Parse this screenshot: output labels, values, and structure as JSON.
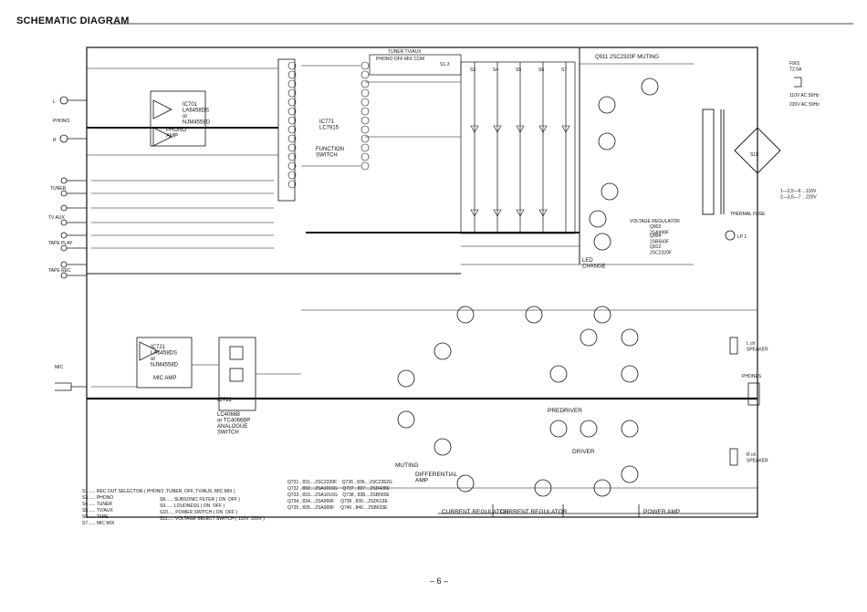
{
  "title": "SCHEMATIC DIAGRAM",
  "page_number": "– 6 –",
  "ics": {
    "ic701": "IC701\nLA6458DS\nor\nNJM4558D",
    "phono_amp": "PHONO\nAMP",
    "ic771": "IC771\nLC7815",
    "function_switch": "FUNCTION\nSWITCH",
    "ic721": "IC721\nLA6458DS\nor\nNJM4558D",
    "mic_amp": "MIC AMP",
    "ic722": "IC722",
    "analogue_switch": "LC4066B\nor TC4066BP\nANALOGUE\nSWITCH"
  },
  "left_inputs": {
    "phono": "PHONO",
    "tuner": "TUNER",
    "tv_aux": "TV AUX",
    "tape_play": "TAPE PLAY",
    "tape_rec": "TAPE REC",
    "mic": "MIC",
    "l": "L",
    "r": "R"
  },
  "top_switch": {
    "label": "TUNER TV/AUX",
    "sub": "PHONO  OFF  MIX  COM",
    "name": "S1-3"
  },
  "switches": [
    "S3",
    "S4",
    "S5",
    "S6",
    "S7"
  ],
  "power": {
    "q911": "Q911  2SC2320F  MUTING",
    "ac1": "110V AC  50Hz",
    "ac2": "220V AC  50Hz",
    "s11": "S11",
    "voltage_select": "1—2,5—6 ...110V\n2—3,6—7 ...220V",
    "fuse": "F901\nT2.5A",
    "thermal_fuse": "THERMAL FUSE",
    "lp1": "LP 1"
  },
  "transistor_notes": {
    "q902": "Q902\n2SA999F",
    "q904": "Q904\n2SB560F",
    "q912": "Q912\n2SC2320F",
    "voltage_regulator": "VOLTAGE REGULATOR",
    "led_change": "LED\nCHANGE"
  },
  "bottom_labels": {
    "muting": "MUTING",
    "differential_amp": "DIFFERENTIAL\nAMP",
    "current_regulator_1": "CURRENT REGULATOR",
    "current_regulator_2": "CURRENT REGULATOR",
    "power_amp": "POWER AMP",
    "predriver": "PREDRIVER",
    "driver": "DRIVER"
  },
  "outputs": {
    "phones": "PHONES",
    "l_speaker": "L ch\nSPEAKER",
    "r_speaker": "R ch\nSPEAKER"
  },
  "legend_left": "S1...... REC OUT SELECTOR ( PHONO ,TUNER, OFF, TV/AUX, MIC MIX )\nS3...... PHONO\nS4...... TUNER\nS5...... TV/AUX\nS6...... TAPE\nS7...... MIC MIX",
  "legend_mid": "S8...... SUBSONIC FILTER ( ON  OFF )\nS9...... LOUDNESS ( ON  OFF )\nS10..... POWER SWITCH ( ON  OFF )\nS11..... VOLTAGE SELECT SWITCH ( 110V  220V )",
  "legend_right": "Q731 , 831....2SC2320F    Q736 , 836....2SC2362G\nQ732 , 832....2SA1016G    Q737 , 837....2SD438E\nQ733 , 833....2SA1016G    Q738 , 838....2SB560E\nQ734 , 834....2SA999F     Q739 , 839....2SD613E\nQ735 , 835....2SA999F     Q740 , 840....2SB633E"
}
